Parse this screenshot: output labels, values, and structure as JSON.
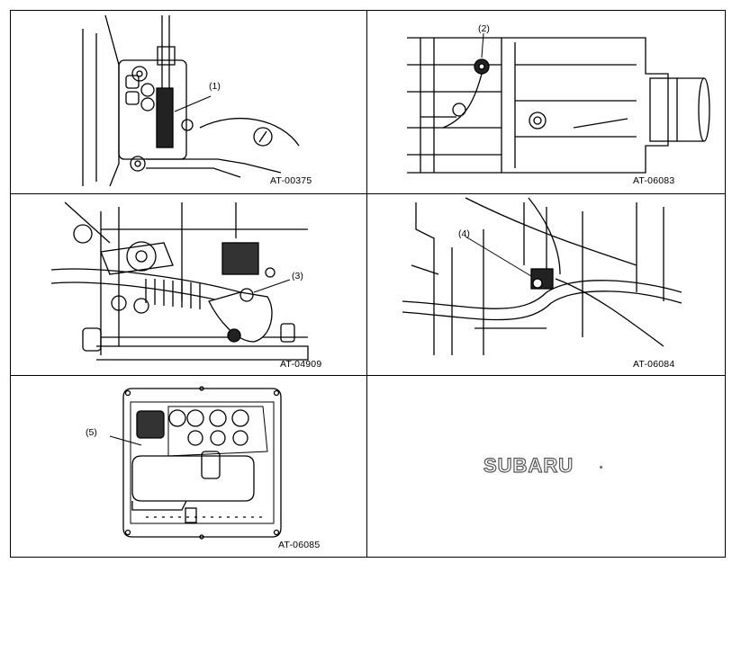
{
  "panels": [
    {
      "figure_code": "AT-00375",
      "callout": "(1)"
    },
    {
      "figure_code": "AT-06083",
      "callout": "(2)"
    },
    {
      "figure_code": "AT-04909",
      "callout": "(3)"
    },
    {
      "figure_code": "AT-06084",
      "callout": "(4)"
    },
    {
      "figure_code": "AT-06085",
      "callout": "(5)"
    }
  ],
  "logo": {
    "text": "SUBARU"
  },
  "colors": {
    "line": "#000000",
    "logo_outline": "#555555"
  }
}
